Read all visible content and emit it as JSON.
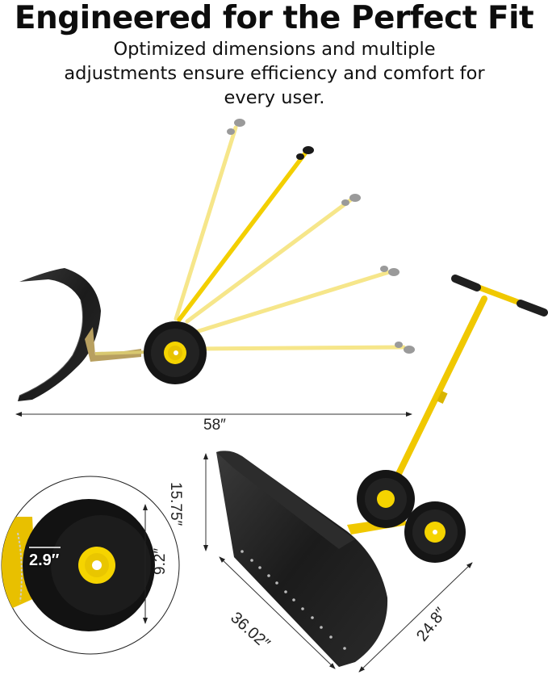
{
  "header": {
    "title": "Engineered for the Perfect Fit",
    "subtitle_line1": "Optimized dimensions and multiple",
    "subtitle_line2": "adjustments ensure efficiency and comfort for",
    "subtitle_line3": "every user."
  },
  "dimensions": {
    "overall_length": "58″",
    "blade_height": "15.75″",
    "wheel_diameter": "9.2″",
    "wheel_width": "2.9″",
    "blade_width": "36.02″",
    "blade_depth": "24.8″"
  },
  "colors": {
    "handle_yellow": "#f5d400",
    "handle_faded": "#f7e98a",
    "blade_black": "#1c1c1c",
    "tire_black": "#151515",
    "grip_gray": "#9a9a9a"
  }
}
